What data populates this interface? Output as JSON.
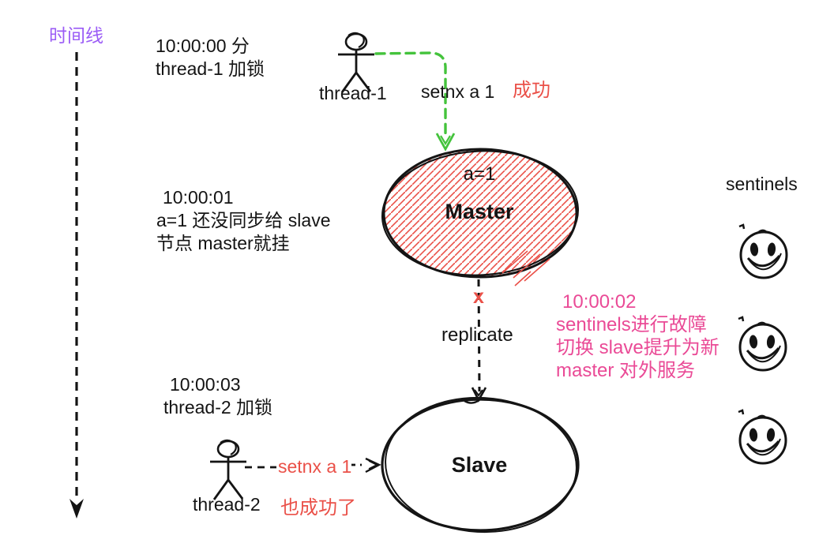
{
  "colors": {
    "purple": "#9b5cf6",
    "red": "#ea5048",
    "pink": "#ea4a96",
    "green": "#44c33c",
    "ink": "#141414"
  },
  "timeline": {
    "label": "时间线"
  },
  "annotations": {
    "t0": {
      "line1": "10:00:00 分",
      "line2": "thread-1 加锁"
    },
    "t1": {
      "line1": "10:00:01",
      "line2": "a=1 还没同步给 slave",
      "line3": "节点 master就挂"
    },
    "t2": {
      "line1": "10:00:02",
      "line2": "sentinels进行故障",
      "line3": "切换 slave提升为新",
      "line4": "master 对外服务"
    },
    "t3": {
      "line1": "10:00:03",
      "line2": "thread-2 加锁"
    }
  },
  "actors": {
    "thread1": {
      "label": "thread-1"
    },
    "thread2": {
      "label": "thread-2"
    }
  },
  "actions": {
    "setnx1": {
      "command": "setnx a 1",
      "result": "成功"
    },
    "setnx2": {
      "command": "setnx a 1",
      "result": "也成功了"
    }
  },
  "nodes": {
    "master": {
      "label": "Master",
      "value": "a=1",
      "status_mark": "x"
    },
    "slave": {
      "label": "Slave"
    },
    "sentinels": {
      "label": "sentinels",
      "count": 3
    }
  },
  "links": {
    "replicate": {
      "label": "replicate"
    }
  }
}
